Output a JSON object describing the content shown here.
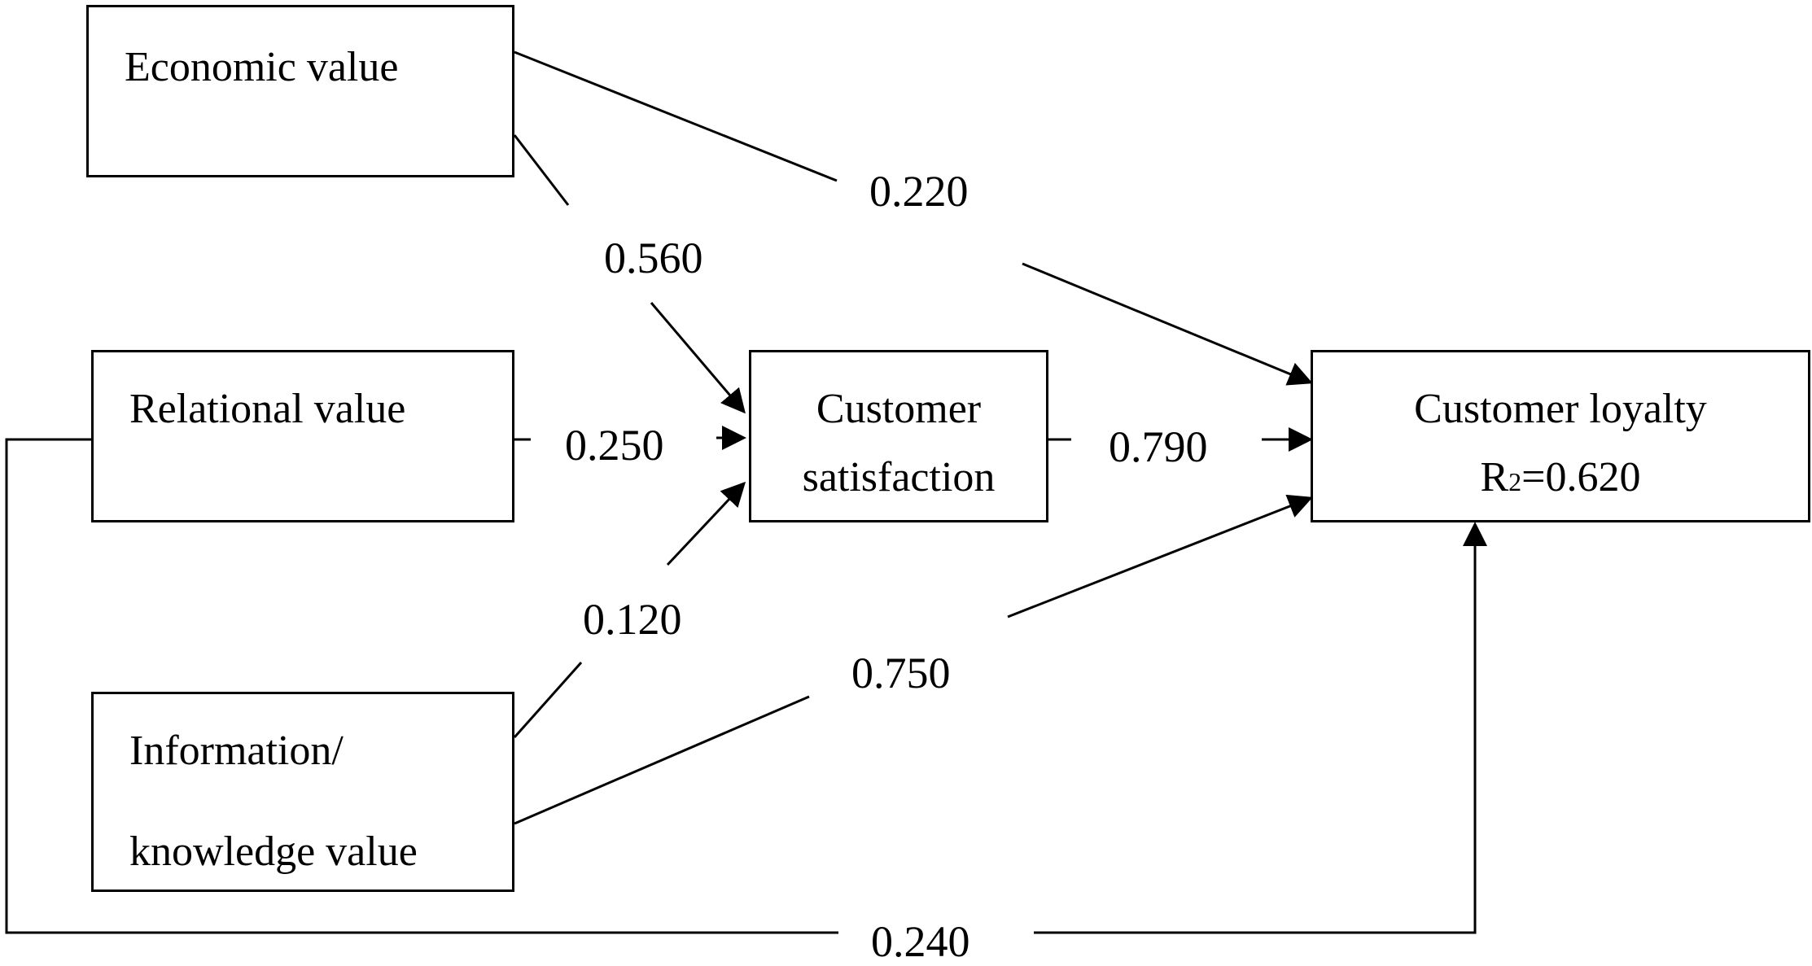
{
  "nodes": {
    "economic": {
      "label": "Economic value"
    },
    "relational": {
      "label": "Relational value"
    },
    "information": {
      "line1": "Information/",
      "line2": "knowledge value"
    },
    "satisfaction": {
      "line1": "Customer",
      "line2": "satisfaction"
    },
    "loyalty": {
      "line1": "Customer loyalty",
      "r_prefix": "R",
      "r_sub": "2",
      "r_value": "=0.620"
    }
  },
  "paths": {
    "economic_to_satisfaction": "0.560",
    "economic_to_loyalty": "0.220",
    "relational_to_satisfaction": "0.250",
    "information_to_satisfaction": "0.120",
    "information_to_loyalty": "0.750",
    "satisfaction_to_loyalty": "0.790",
    "relational_to_loyalty": "0.240"
  },
  "colors": {
    "stroke": "#000000",
    "background": "#ffffff"
  }
}
